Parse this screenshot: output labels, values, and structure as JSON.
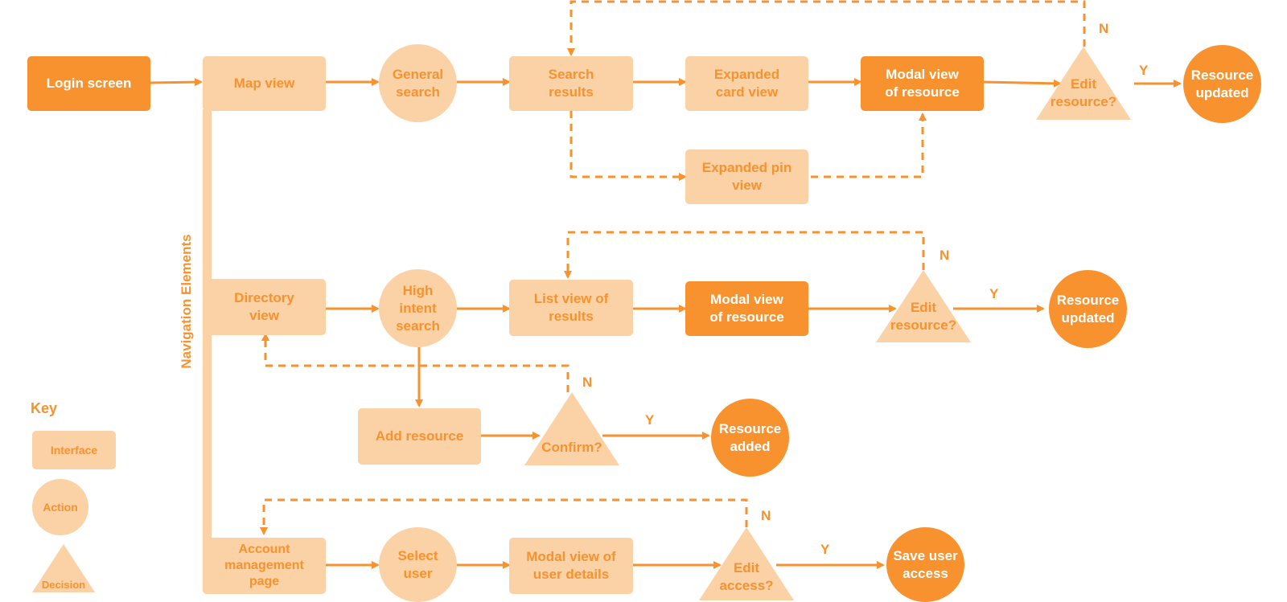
{
  "colors": {
    "accent": "#f7922f",
    "light_fill": "#fbd1a6",
    "white_text": "#ffffff"
  },
  "nodes": {
    "login": "Login screen",
    "map_view": "Map view",
    "general_search": "General\nsearch",
    "search_results": "Search\nresults",
    "expanded_card": "Expanded\ncard view",
    "modal_resource_1": "Modal view\nof resource",
    "edit_resource_1": "Edit\nresource?",
    "resource_updated_1": "Resource\nupdated",
    "expanded_pin": "Expanded pin\nview",
    "directory_view": "Directory\nview",
    "high_intent": "High\nintent\nsearch",
    "list_view": "List view of\nresults",
    "modal_resource_2": "Modal view\nof resource",
    "edit_resource_2": "Edit\nresource?",
    "resource_updated_2": "Resource\nupdated",
    "add_resource": "Add resource",
    "confirm": "Confirm?",
    "resource_added": "Resource\nadded",
    "account_page": "Account\nmanagement\npage",
    "select_user": "Select\nuser",
    "modal_user": "Modal view of\nuser details",
    "edit_access": "Edit\naccess?",
    "save_access": "Save user\naccess"
  },
  "branch_labels": {
    "yes": "Y",
    "no": "N"
  },
  "navigation_label": "Navigation Elements",
  "key": {
    "title": "Key",
    "interface": "Interface",
    "action": "Action",
    "decision": "Decision"
  }
}
